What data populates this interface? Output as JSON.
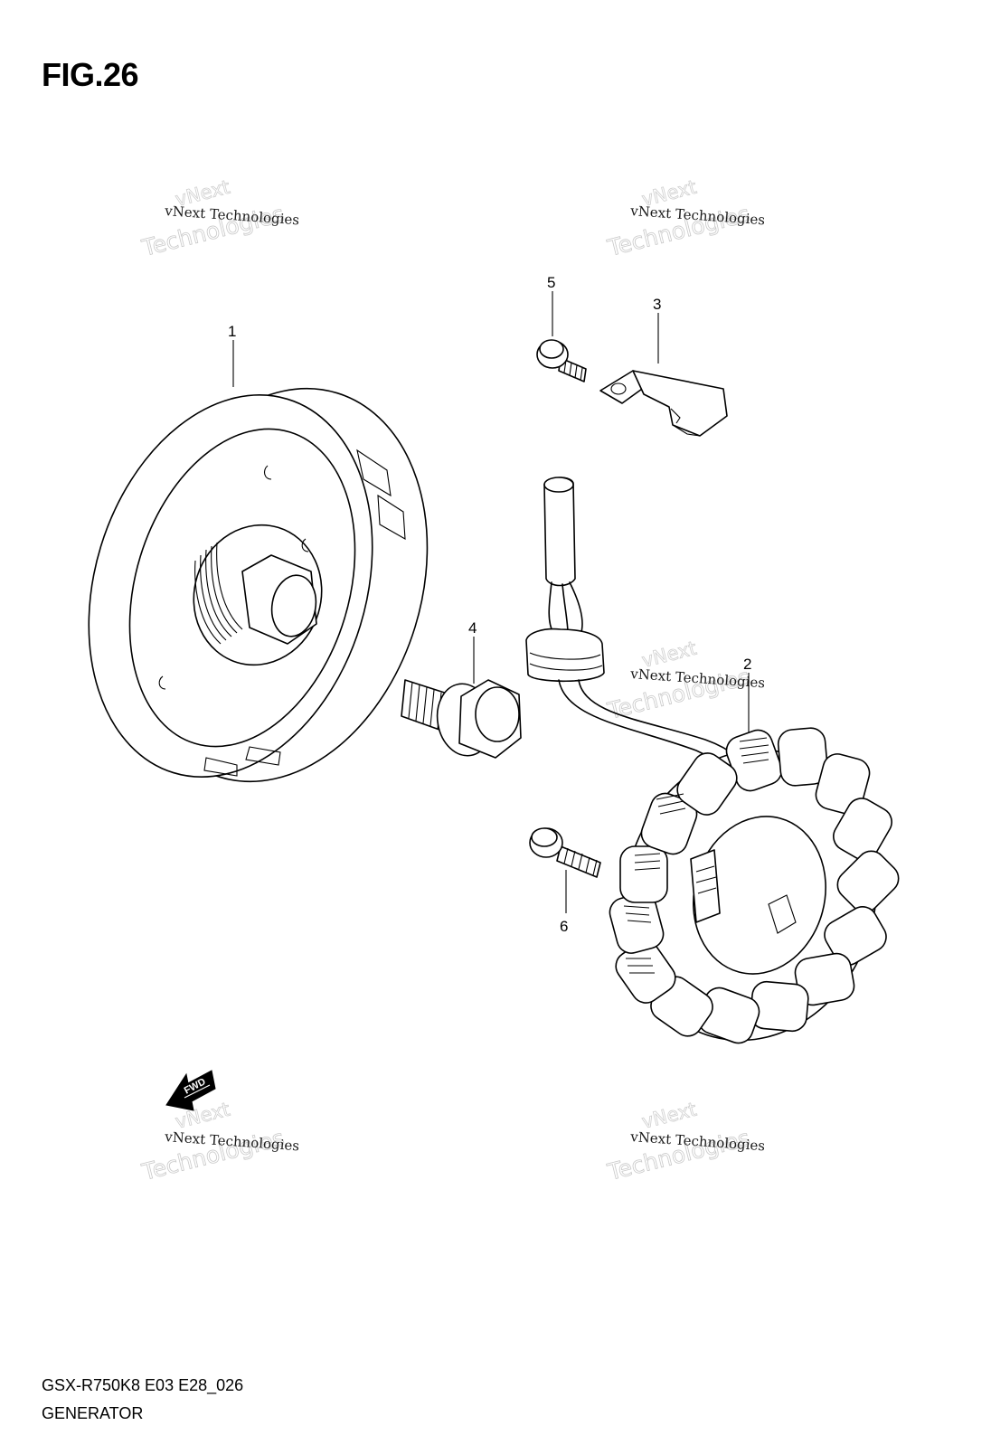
{
  "figure": {
    "title": "FIG.26"
  },
  "parts": [
    {
      "ref": "1"
    },
    {
      "ref": "2"
    },
    {
      "ref": "3"
    },
    {
      "ref": "4"
    },
    {
      "ref": "5"
    },
    {
      "ref": "6"
    }
  ],
  "direction_tag": {
    "text": "FWD"
  },
  "watermark": {
    "small": "vNext Technologies",
    "big": "Technologies",
    "tag": "vNext"
  },
  "footer": {
    "code": "GSX-R750K8 E03 E28_026",
    "name": "GENERATOR"
  }
}
